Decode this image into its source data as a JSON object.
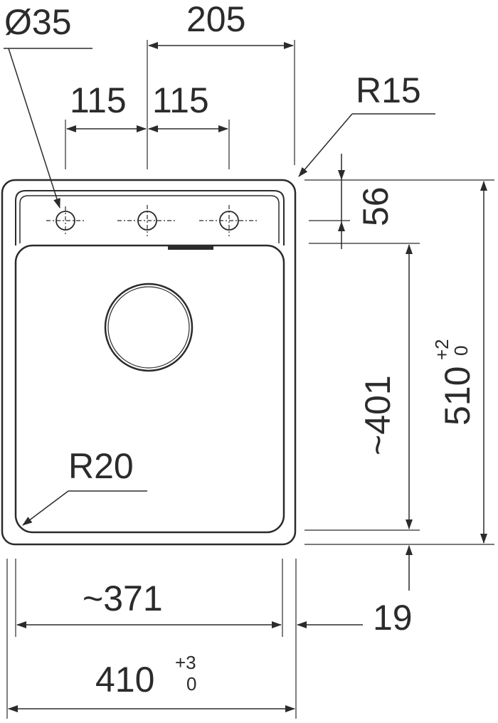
{
  "drawing": {
    "tap_hole_diameter": "Ø35",
    "top_span": "205",
    "tap_spacing_left": "115",
    "tap_spacing_right": "115",
    "corner_radius_outer": "R15",
    "corner_radius_bowl": "R20",
    "ledge_depth": "56",
    "bowl_depth": "~401",
    "total_depth": "510",
    "total_depth_tol_plus": "+2",
    "total_depth_tol_minus": "0",
    "bowl_width": "~371",
    "edge_offset": "19",
    "total_width": "410",
    "total_width_tol_plus": "+3",
    "total_width_tol_minus": "0"
  }
}
